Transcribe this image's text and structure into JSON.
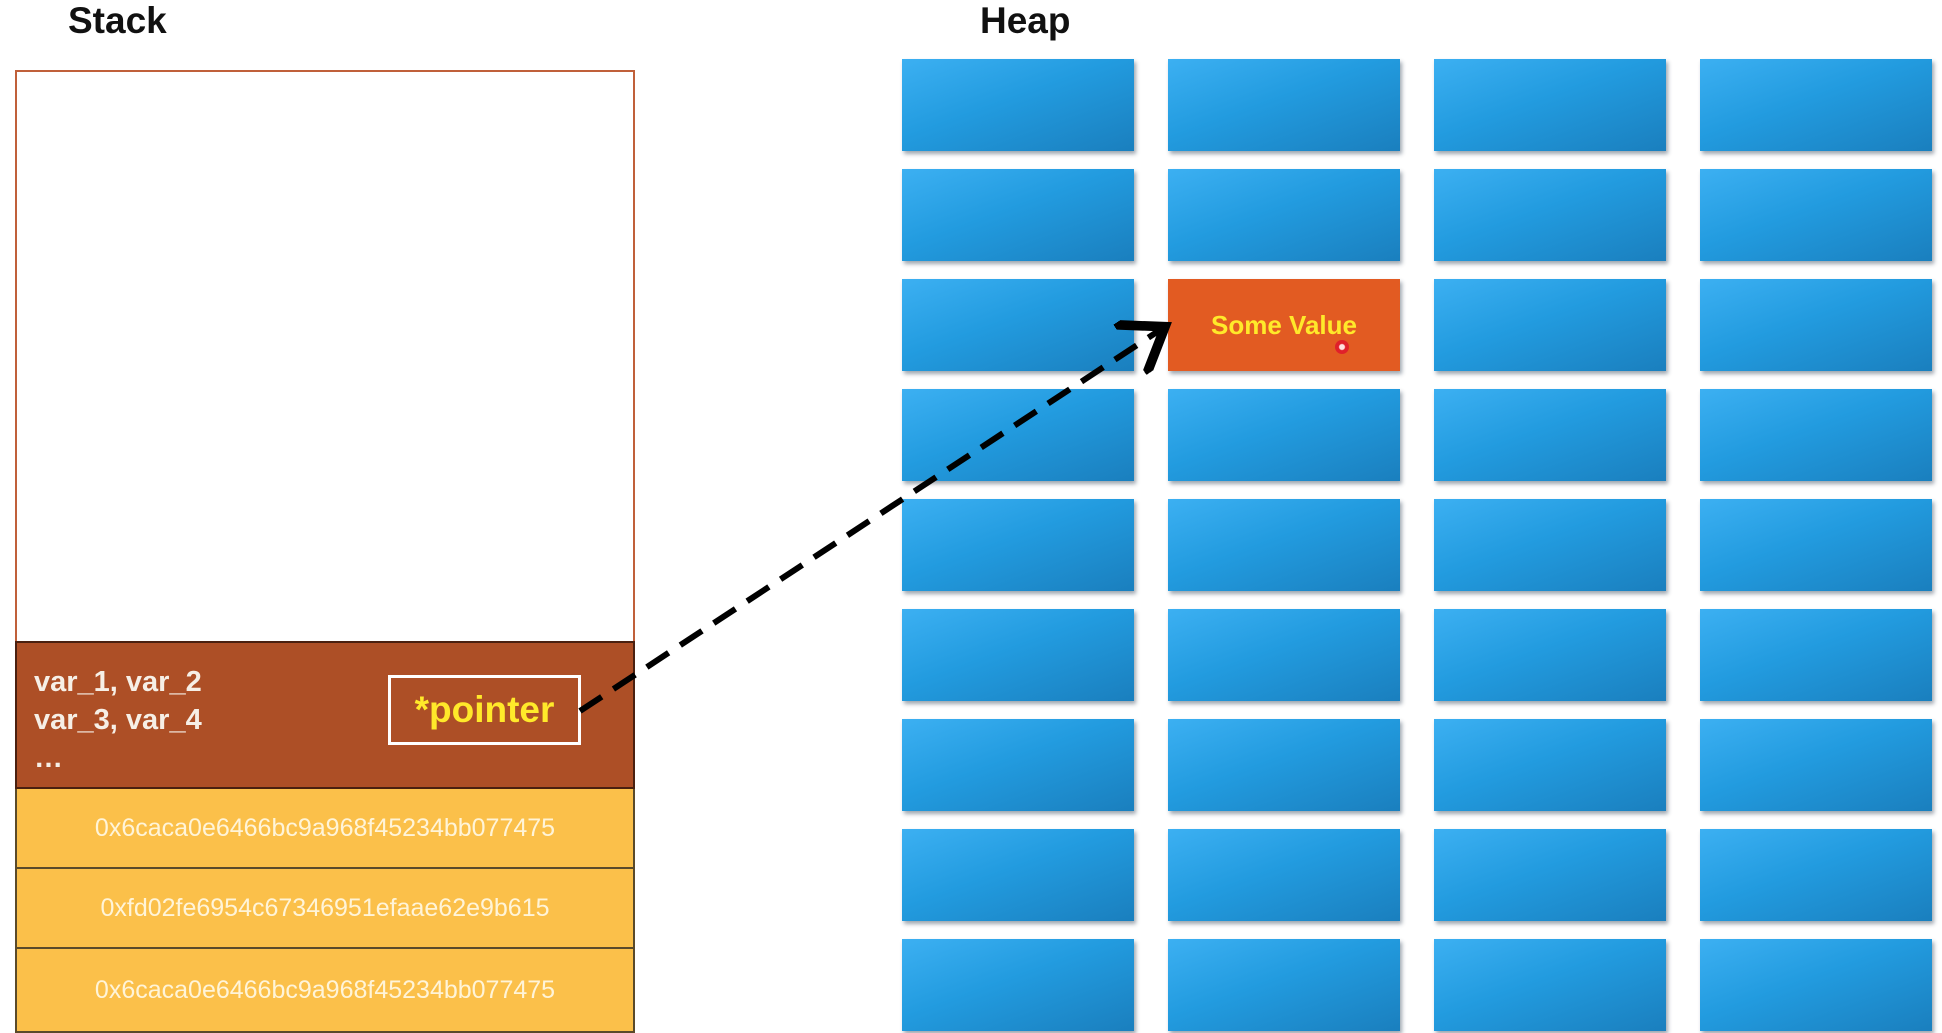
{
  "stack": {
    "title": "Stack",
    "frame_vars": "var_1, var_2\nvar_3, var_4\n…",
    "pointer_label": "*pointer",
    "addresses": [
      "0x6caca0e6466bc9a968f45234bb077475",
      "0xfd02fe6954c67346951efaae62e9b615",
      "0x6caca0e6466bc9a968f45234bb077475"
    ]
  },
  "heap": {
    "title": "Heap",
    "rows": 9,
    "cols": 4,
    "highlight_cell": {
      "row": 2,
      "col": 1,
      "label": "Some Value"
    },
    "cell_color": "#229bdf",
    "highlight_color": "#e25b22"
  },
  "colors": {
    "stack_frame": "#ad4f26",
    "stack_address_row": "#fbc04a",
    "pointer_text": "#ffe92a",
    "arrow": "#000000"
  },
  "icons": [
    "arrow-dashed",
    "cursor-dot"
  ]
}
